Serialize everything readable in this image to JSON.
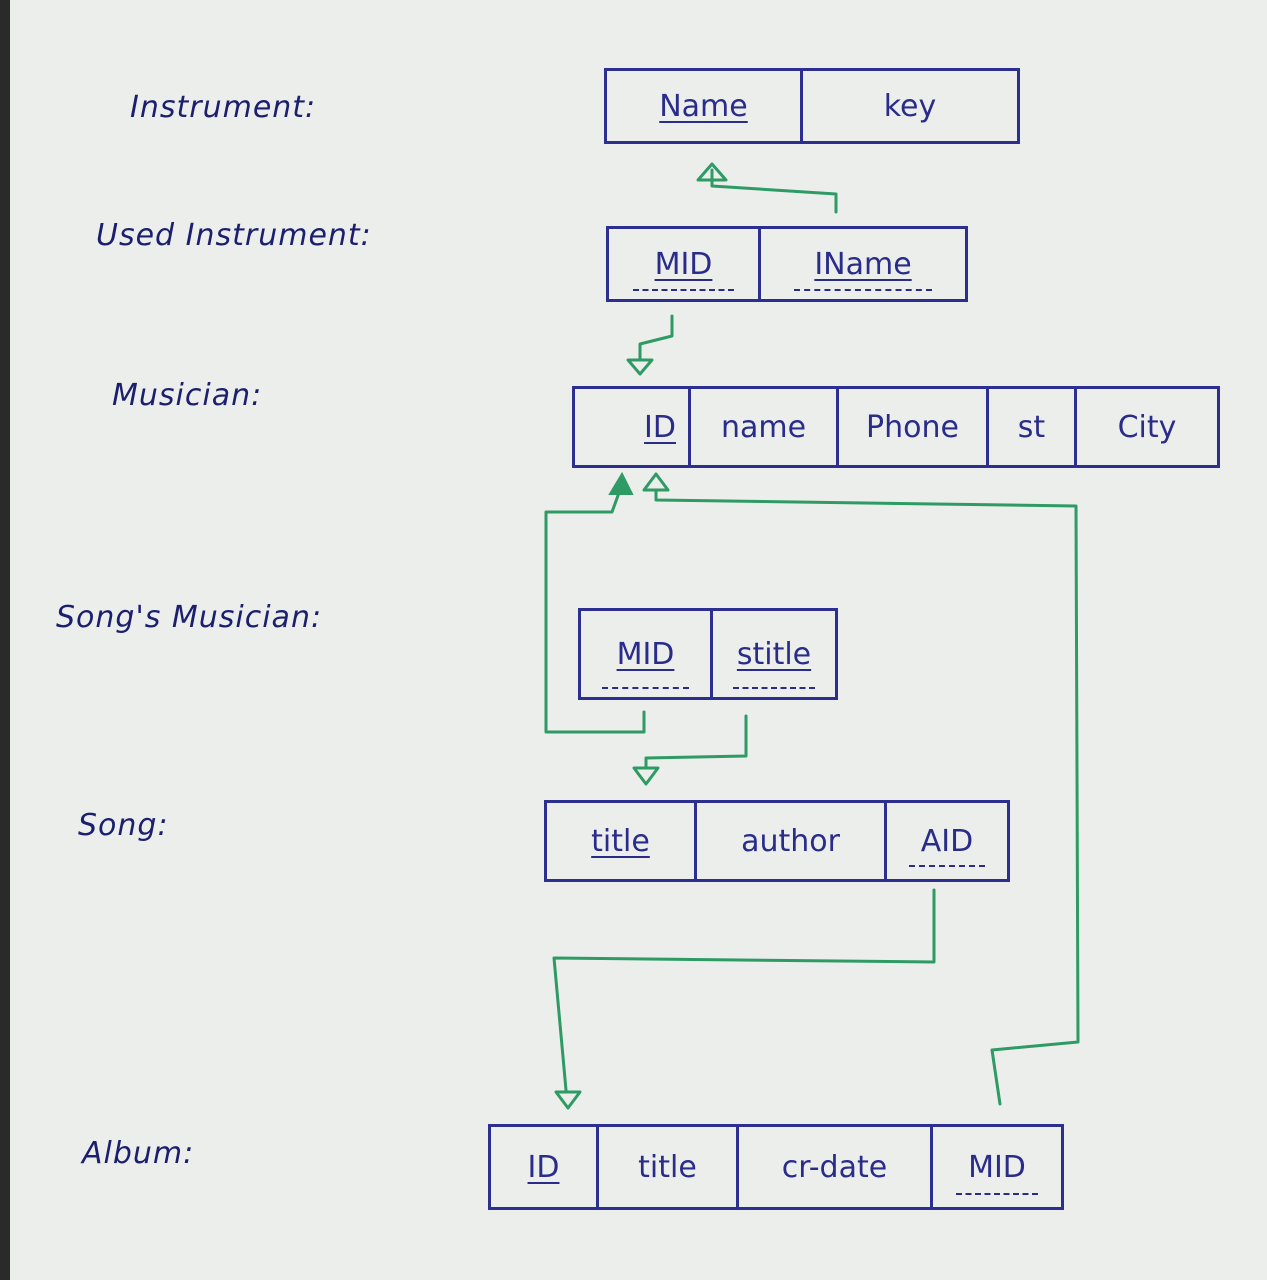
{
  "relations": {
    "instrument": {
      "label": "Instrument:",
      "attrs": {
        "a0": "Name",
        "a1": "key"
      }
    },
    "used_instrument": {
      "label": "Used Instrument:",
      "attrs": {
        "a0": "MID",
        "a1": "IName"
      }
    },
    "musician": {
      "label": "Musician:",
      "attrs": {
        "a0": "ID",
        "a1": "name",
        "a2": "Phone",
        "a3": "st",
        "a4": "City"
      }
    },
    "songs_musician": {
      "label": "Song's Musician:",
      "attrs": {
        "a0": "MID",
        "a1": "stitle"
      }
    },
    "song": {
      "label": "Song:",
      "attrs": {
        "a0": "title",
        "a1": "author",
        "a2": "AID"
      }
    },
    "album": {
      "label": "Album:",
      "attrs": {
        "a0": "ID",
        "a1": "title",
        "a2": "cr-date",
        "a3": "MID"
      }
    }
  },
  "colors": {
    "ink": "#2c2f8f",
    "arrow": "#2e9a64",
    "paper": "#eceeec"
  }
}
